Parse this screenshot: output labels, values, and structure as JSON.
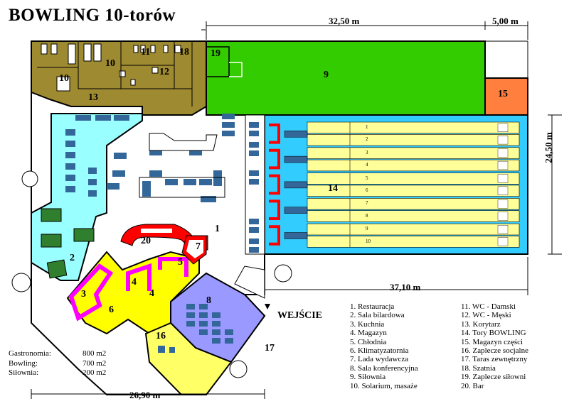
{
  "title": "BOWLING   10-torów",
  "dimensions": {
    "top_main": "32,50 m",
    "top_side": "5,00 m",
    "right": "24,50 m",
    "lanes_width": "37,10 m",
    "bottom": "26,90 m"
  },
  "entrance": "WEJŚCIE",
  "room_numbers": {
    "r1": "1",
    "r2": "2",
    "r3": "3",
    "r4a": "4",
    "r4b": "4",
    "r5": "5",
    "r6": "6",
    "r7": "7",
    "r8": "8",
    "r9": "9",
    "r10a": "10",
    "r10b": "10",
    "r11": "11",
    "r12": "12",
    "r13": "13",
    "r14": "14",
    "r15": "15",
    "r16": "16",
    "r17": "17",
    "r18": "18",
    "r19": "19",
    "r20": "20"
  },
  "lane_numbers": [
    "1",
    "2",
    "3",
    "4",
    "5",
    "6",
    "7",
    "8",
    "9",
    "10"
  ],
  "legend_col1": [
    "1. Restauracja",
    "2. Sala bilardowa",
    "3. Kuchnia",
    "4. Magazyn",
    "5. Chłodnia",
    "6. Klimatyzatornia",
    "7. Lada wydawcza",
    "8. Sala konferencyjna",
    "9. Siłownia",
    "10. Solarium, masaże"
  ],
  "legend_col2": [
    "11. WC - Damski",
    "12. WC - Męski",
    "13. Korytarz",
    "14. Tory BOWLING",
    "15. Magazyn części",
    "16. Zaplecze socjalne",
    "17. Taras zewnętrzny",
    "18. Szatnia",
    "19. Zaplecze siłowni",
    "20. Bar"
  ],
  "areas": [
    {
      "label": "Gastronomia:",
      "value": "800 m2"
    },
    {
      "label": "Bowling:",
      "value": "700 m2"
    },
    {
      "label": "Siłownia:",
      "value": "200 m2"
    }
  ],
  "colors": {
    "gym": "#33cc00",
    "lanes_bg": "#33ccff",
    "lane": "#ffff99",
    "olive": "#9e8a30",
    "billiard": "#99ffff",
    "kitchen": "#ffff00",
    "walls": "#ff00ff",
    "conference": "#9999ff",
    "storage": "#ff7f3f",
    "bar": "#ff0000",
    "tables": "#336699",
    "pool_table": "#2f7f2f"
  }
}
